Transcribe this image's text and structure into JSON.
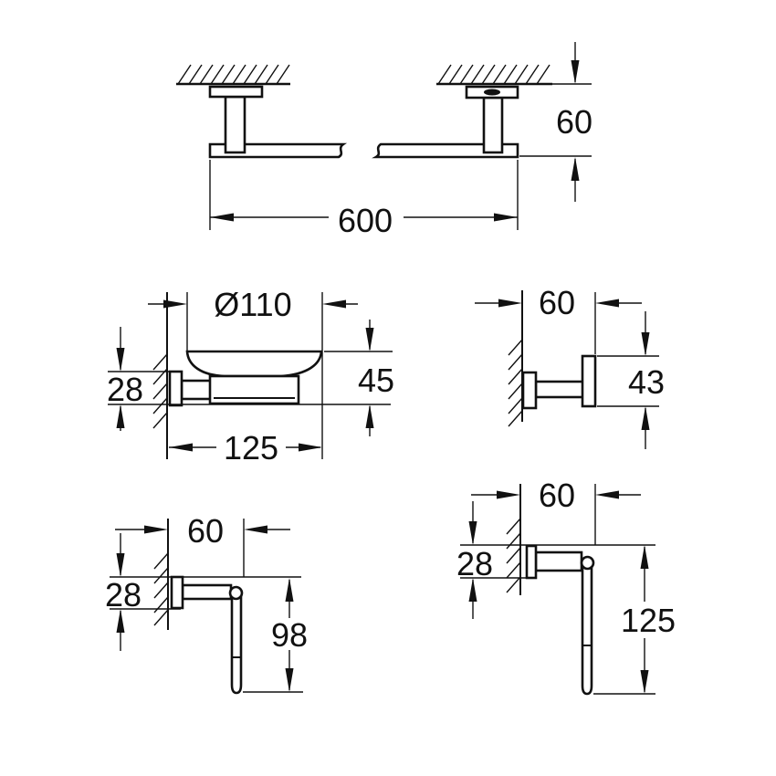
{
  "drawing": {
    "background": "#ffffff",
    "line_color": "#111111",
    "views": {
      "towel_bar": {
        "height_mm": "60",
        "length_mm": "600"
      },
      "soap_dish": {
        "diameter_mm": "Ø110",
        "height_mm": "45",
        "mount_height_mm": "28",
        "depth_mm": "125"
      },
      "hook": {
        "depth_mm": "60",
        "height_mm": "43"
      },
      "paper_holder": {
        "depth_mm": "60",
        "mount_height_mm": "28",
        "drop_mm": "98"
      },
      "paper_holder_long": {
        "depth_mm": "60",
        "mount_height_mm": "28",
        "drop_mm": "125"
      }
    }
  }
}
